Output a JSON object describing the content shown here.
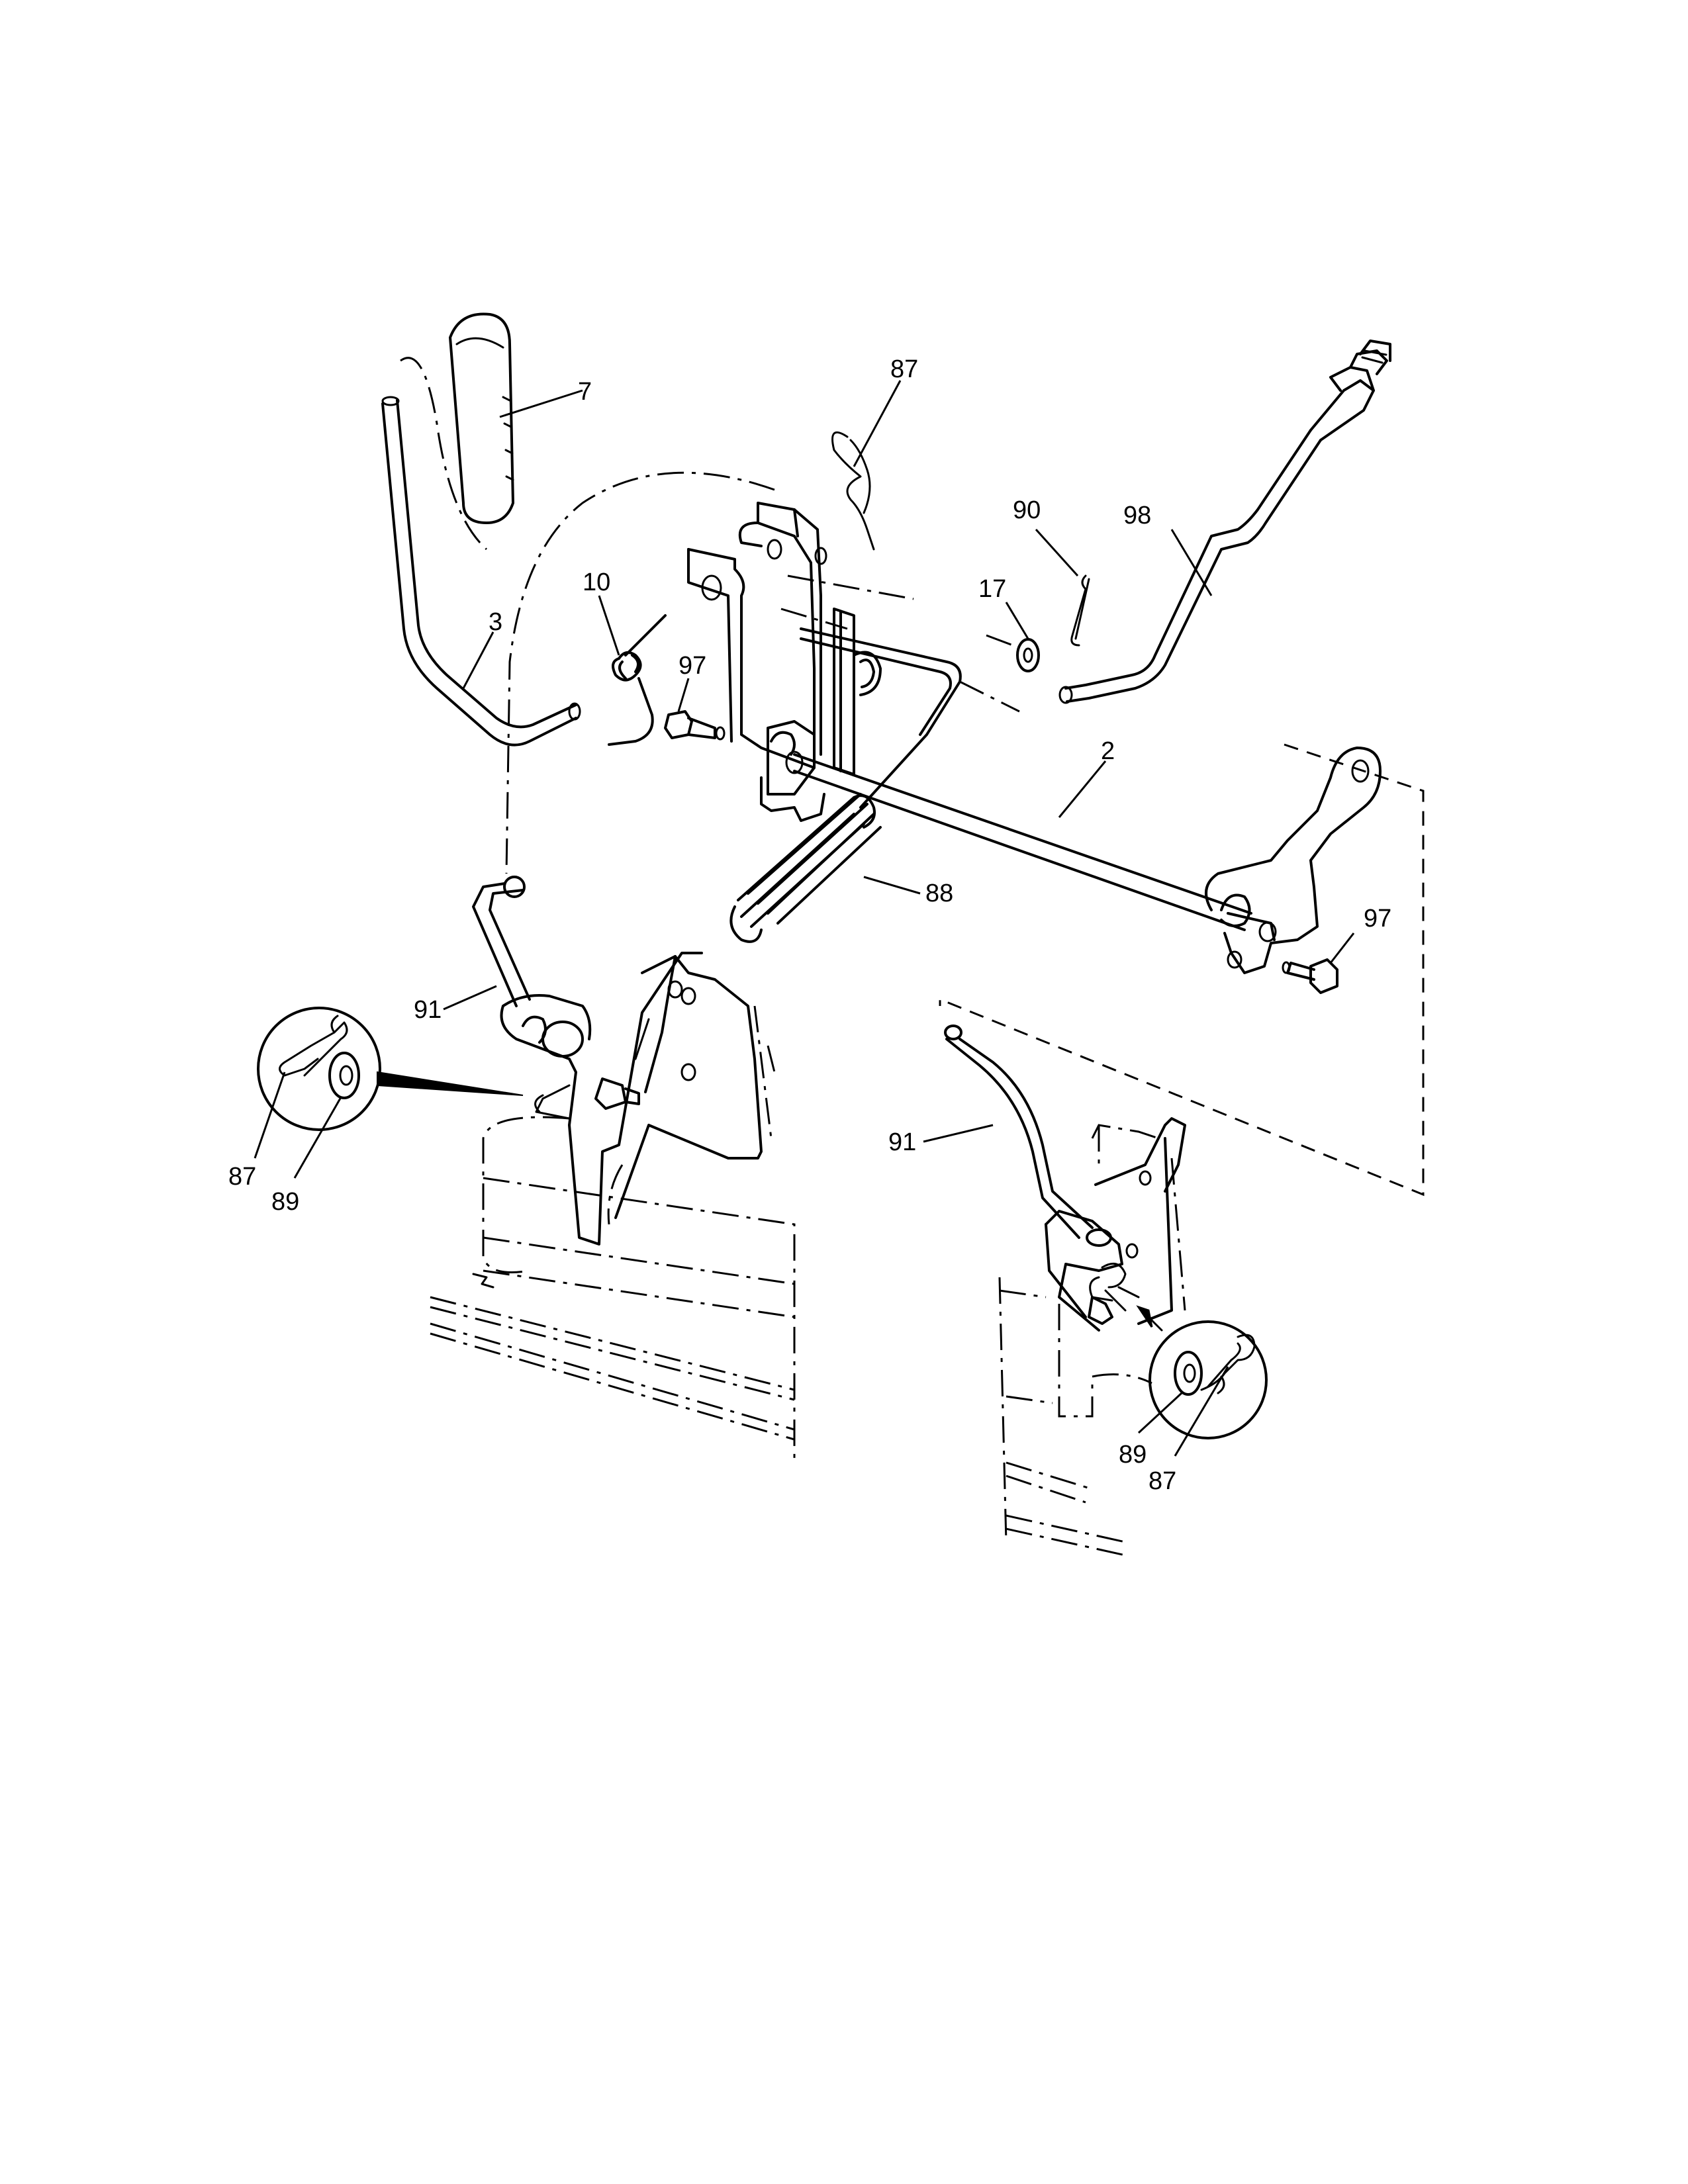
{
  "callouts": [
    {
      "id": "c7",
      "label": "7"
    },
    {
      "id": "c87a",
      "label": "87"
    },
    {
      "id": "c90",
      "label": "90"
    },
    {
      "id": "c98",
      "label": "98"
    },
    {
      "id": "c17",
      "label": "17"
    },
    {
      "id": "c10",
      "label": "10"
    },
    {
      "id": "c3",
      "label": "3"
    },
    {
      "id": "c97a",
      "label": "97"
    },
    {
      "id": "c2",
      "label": "2"
    },
    {
      "id": "c88",
      "label": "88"
    },
    {
      "id": "c97b",
      "label": "97"
    },
    {
      "id": "c91a",
      "label": "91"
    },
    {
      "id": "c91b",
      "label": "91"
    },
    {
      "id": "c87b",
      "label": "87"
    },
    {
      "id": "c89a",
      "label": "89"
    },
    {
      "id": "c89b",
      "label": "89"
    },
    {
      "id": "c87c",
      "label": "87"
    }
  ]
}
